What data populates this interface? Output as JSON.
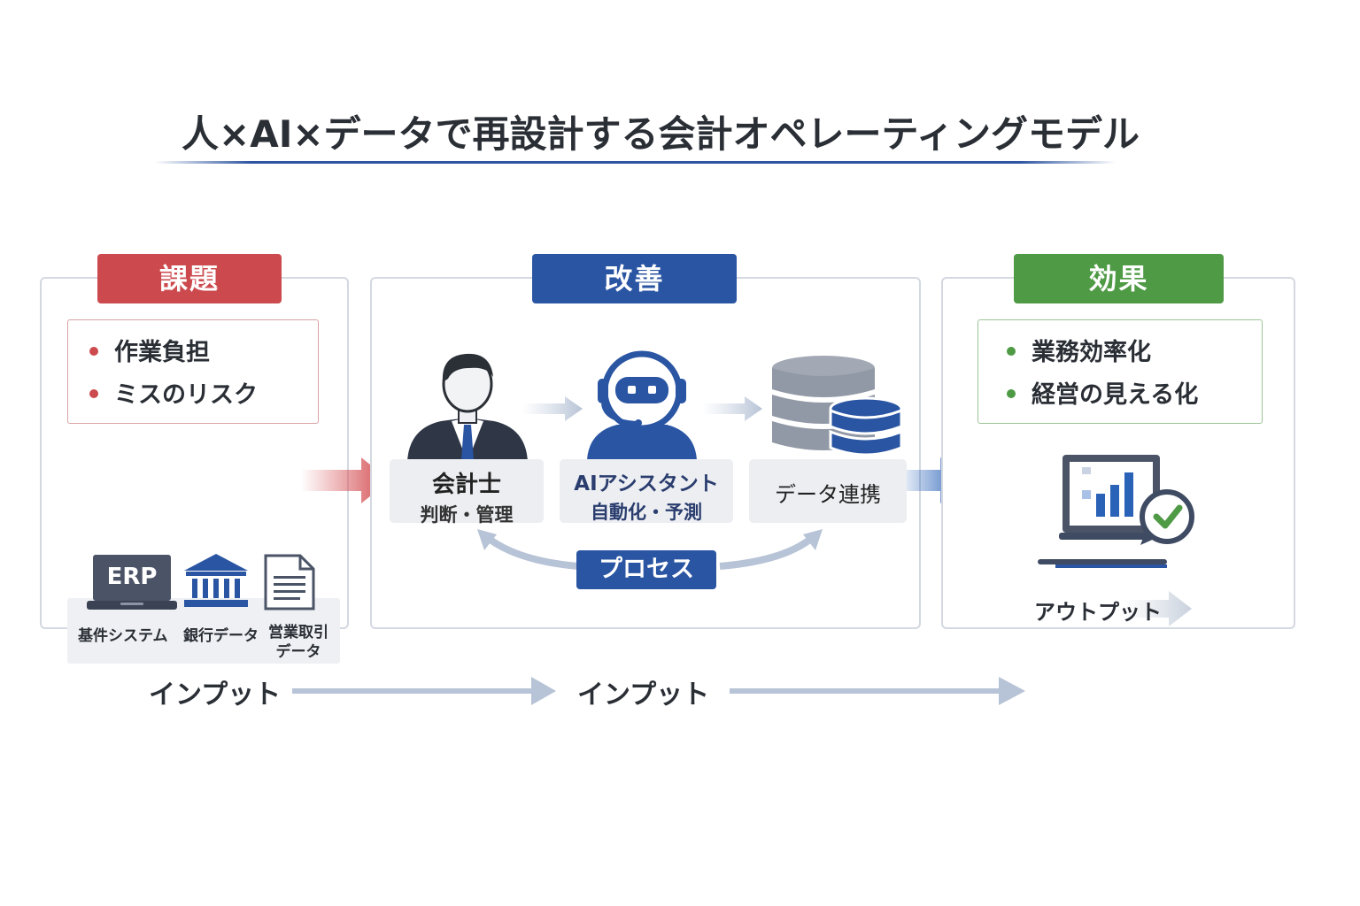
{
  "title": "人×AI×データで再設計する会計オペレーティングモデル",
  "colors": {
    "red": "#cc4a4e",
    "blue": "#2a55a3",
    "green": "#4e9a45",
    "navy": "#3f4b63"
  },
  "issues": {
    "header": "課題",
    "items": [
      "作業負担",
      "ミスのリスク"
    ],
    "sources": [
      {
        "icon": "erp-laptop-icon",
        "badge": "ERP",
        "label": "基件システム"
      },
      {
        "icon": "bank-icon",
        "label": "銀行データ"
      },
      {
        "icon": "document-icon",
        "label_line1": "営業取引",
        "label_line2": "データ"
      }
    ]
  },
  "improve": {
    "header": "改善",
    "actors": [
      {
        "icon": "accountant-icon",
        "name": "会計士",
        "role": "判断・管理"
      },
      {
        "icon": "ai-robot-headset-icon",
        "name": "AIアシスタント",
        "role": "自動化・予測"
      },
      {
        "icon": "database-icon",
        "name": "データ連携"
      }
    ],
    "process_label": "プロセス"
  },
  "effect": {
    "header": "効果",
    "items": [
      "業務効率化",
      "経営の見える化"
    ],
    "output_icon": "dashboard-laptop-check-icon",
    "output_label": "アウトプット"
  },
  "flow": {
    "label_left": "インプット",
    "label_center": "インプット"
  }
}
